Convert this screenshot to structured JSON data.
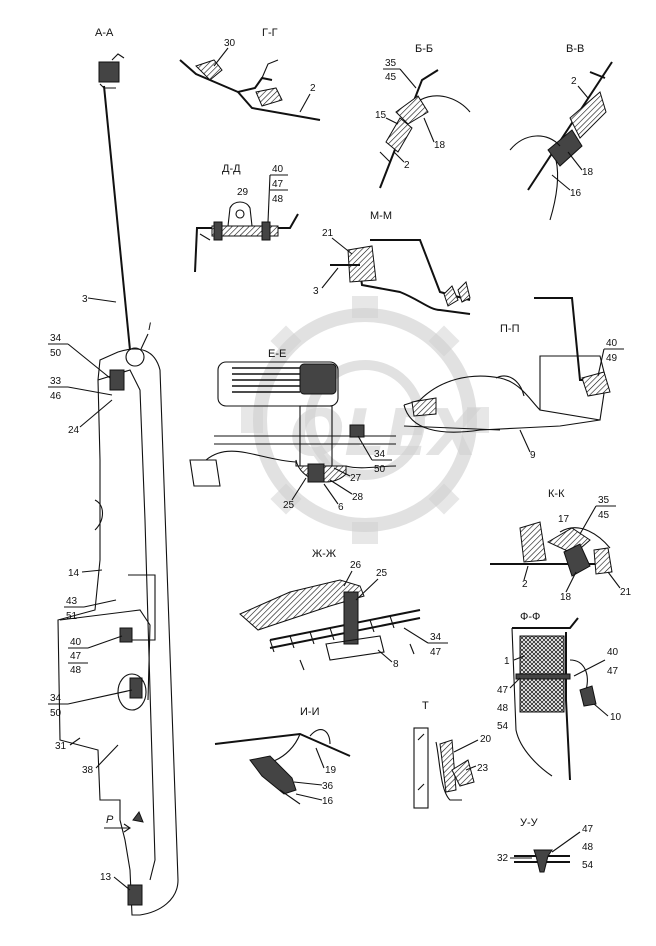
{
  "sections": {
    "aa": "А-А",
    "gg": "Г-Г",
    "bb": "Б-Б",
    "vv": "В-В",
    "dd": "Д-Д",
    "mm": "М-М",
    "ee": "Е-Е",
    "pp": "П-П",
    "kk": "К-К",
    "zhzh": "Ж-Ж",
    "ff": "Ф-Ф",
    "ii": "И-И",
    "t": "Т",
    "uu": "У-У",
    "detail_i": "I",
    "arrow_p": "Р"
  },
  "callouts": {
    "gg_30": "30",
    "gg_2": "2",
    "bb_35": "35",
    "bb_45": "45",
    "bb_15": "15",
    "bb_18": "18",
    "bb_2": "2",
    "vv_2": "2",
    "vv_18": "18",
    "vv_16": "16",
    "dd_29": "29",
    "dd_40": "40",
    "dd_47": "47",
    "dd_48": "48",
    "mm_21": "21",
    "mm_3": "3",
    "main_3": "3",
    "main_34a": "34",
    "main_50a": "50",
    "main_33": "33",
    "main_46": "46",
    "main_24": "24",
    "main_14": "14",
    "main_43": "43",
    "main_51": "51",
    "main_40": "40",
    "main_47": "47",
    "main_48": "48",
    "main_34b": "34",
    "main_50b": "50",
    "main_31": "31",
    "main_38": "38",
    "main_13": "13",
    "ee_34": "34",
    "ee_50": "50",
    "ee_27": "27",
    "ee_28": "28",
    "ee_25": "25",
    "ee_6": "6",
    "pp_40": "40",
    "pp_49": "49",
    "pp_9": "9",
    "kk_35": "35",
    "kk_45": "45",
    "kk_17": "17",
    "kk_2": "2",
    "kk_18": "18",
    "kk_21": "21",
    "zh_26": "26",
    "zh_25": "25",
    "zh_34": "34",
    "zh_47": "47",
    "zh_8": "8",
    "ff_1": "1",
    "ff_40": "40",
    "ff_47a": "47",
    "ff_47b": "47",
    "ff_48": "48",
    "ff_54": "54",
    "ff_10": "10",
    "ii_19": "19",
    "ii_36": "36",
    "ii_16": "16",
    "t_20": "20",
    "t_23": "23",
    "uu_47": "47",
    "uu_48": "48",
    "uu_54": "54",
    "uu_32": "32"
  },
  "watermark": "QLEX"
}
